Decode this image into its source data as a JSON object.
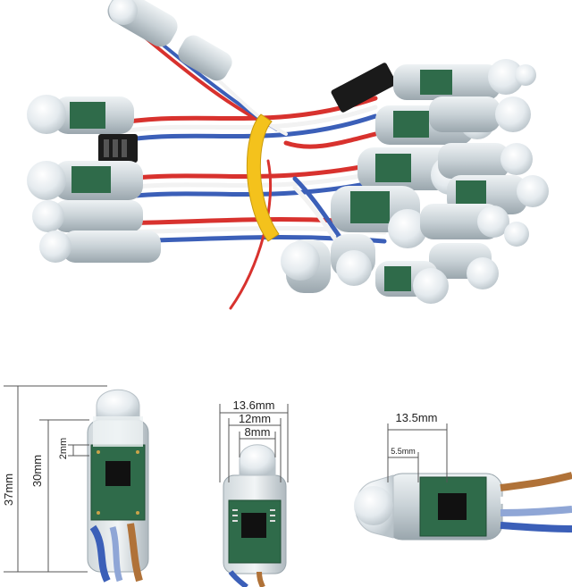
{
  "photo": {
    "subject": "bundle of LED pixel modules with red white blue wires",
    "colors": {
      "wire_red": "#d8322e",
      "wire_white": "#f2f2f2",
      "wire_blue": "#3b5fb8",
      "pcb_green": "#2f6b4a",
      "cable_tie": "#f4c21c",
      "led_cap": "#e9eef2",
      "connector": "#1a1a1a"
    }
  },
  "diagrams": {
    "side_view": {
      "height_total": "37mm",
      "height_body": "30mm",
      "led_offset": "2mm"
    },
    "front_view": {
      "width_outer": "13.6mm",
      "width_mid": "12mm",
      "width_led": "8mm"
    },
    "lying_view": {
      "length": "13.5mm",
      "led_length": "5.5mm"
    }
  }
}
